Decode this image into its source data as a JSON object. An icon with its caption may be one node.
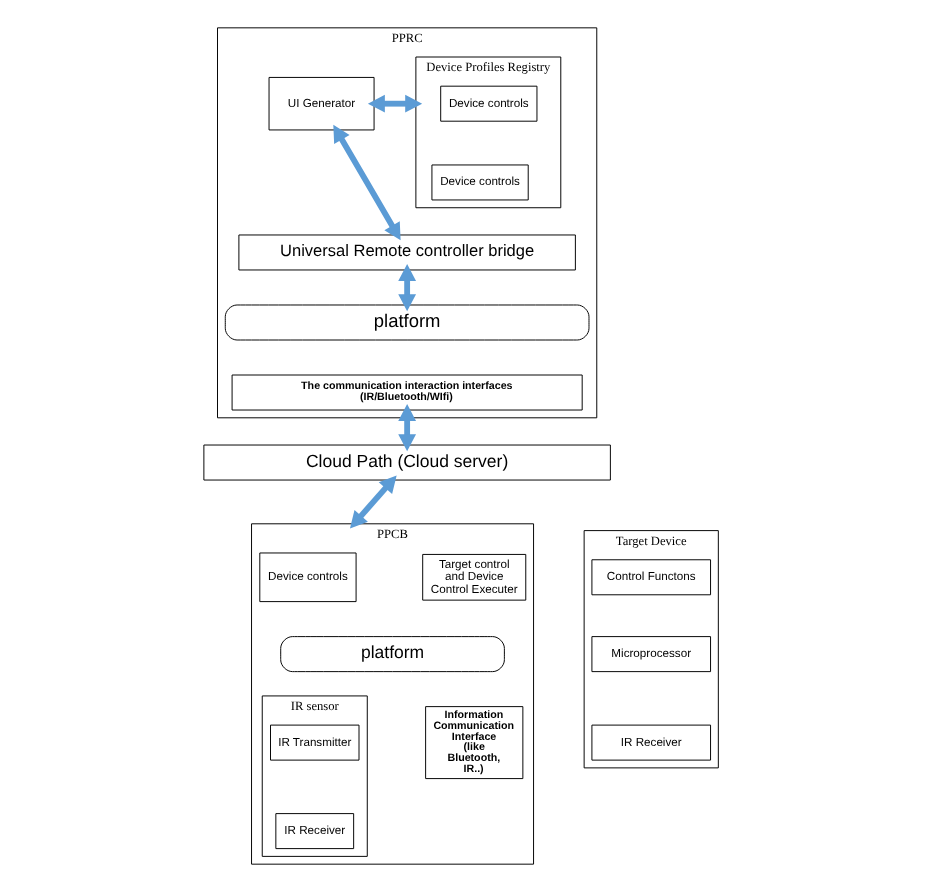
{
  "diagram": {
    "nodes": [
      {
        "text": [
          "PPRC"
        ]
      },
      {
        "text": [
          "UI Generator"
        ],
        "in": 0
      },
      {
        "text": [
          "Device Profiles Registry"
        ],
        "in": 0
      },
      {
        "text": [
          "Device controls"
        ],
        "in": 2
      },
      {
        "text": [
          "Device controls"
        ],
        "in": 2
      },
      {
        "text": [
          "Universal Remote controller bridge"
        ],
        "in": 0
      },
      {
        "text": [
          "platform"
        ],
        "in": 0
      },
      {
        "text": [
          "The communication interaction interfaces (IR/Bluetooth/WIfi)"
        ],
        "in": 0
      },
      {
        "text": [
          "Cloud Path (Cloud server)"
        ]
      },
      {
        "text": [
          "PPCB"
        ]
      },
      {
        "text": [
          "Device controls"
        ],
        "in": 9
      },
      {
        "text": [
          "Target control and Device Control Executer"
        ],
        "in": 9
      },
      {
        "text": [
          "platform"
        ],
        "in": 9
      },
      {
        "text": [
          "IR sensor"
        ],
        "in": 9
      },
      {
        "text": [
          "IR Transmitter"
        ],
        "in": 13
      },
      {
        "text": [
          "IR Receiver"
        ],
        "in": 13
      },
      {
        "text": [
          "Information Communication Interface (like Bluetooth, IR..)"
        ],
        "in": 9
      },
      {
        "text": [
          "Target Device"
        ]
      },
      {
        "text": [
          "Control Functons"
        ],
        "in": 17
      },
      {
        "text": [
          "Microprocessor"
        ],
        "in": 17
      },
      {
        "text": [
          "IR Receiver"
        ],
        "in": 17
      }
    ],
    "edges": [
      {
        "from": 1,
        "to": 2,
        "arrow": "both"
      },
      {
        "from": 1,
        "to": 5,
        "arrow": "both"
      },
      {
        "from": 5,
        "to": 6,
        "arrow": "both"
      },
      {
        "from": 7,
        "to": 8,
        "arrow": "both"
      },
      {
        "from": 8,
        "to": 9,
        "arrow": "both"
      }
    ]
  }
}
